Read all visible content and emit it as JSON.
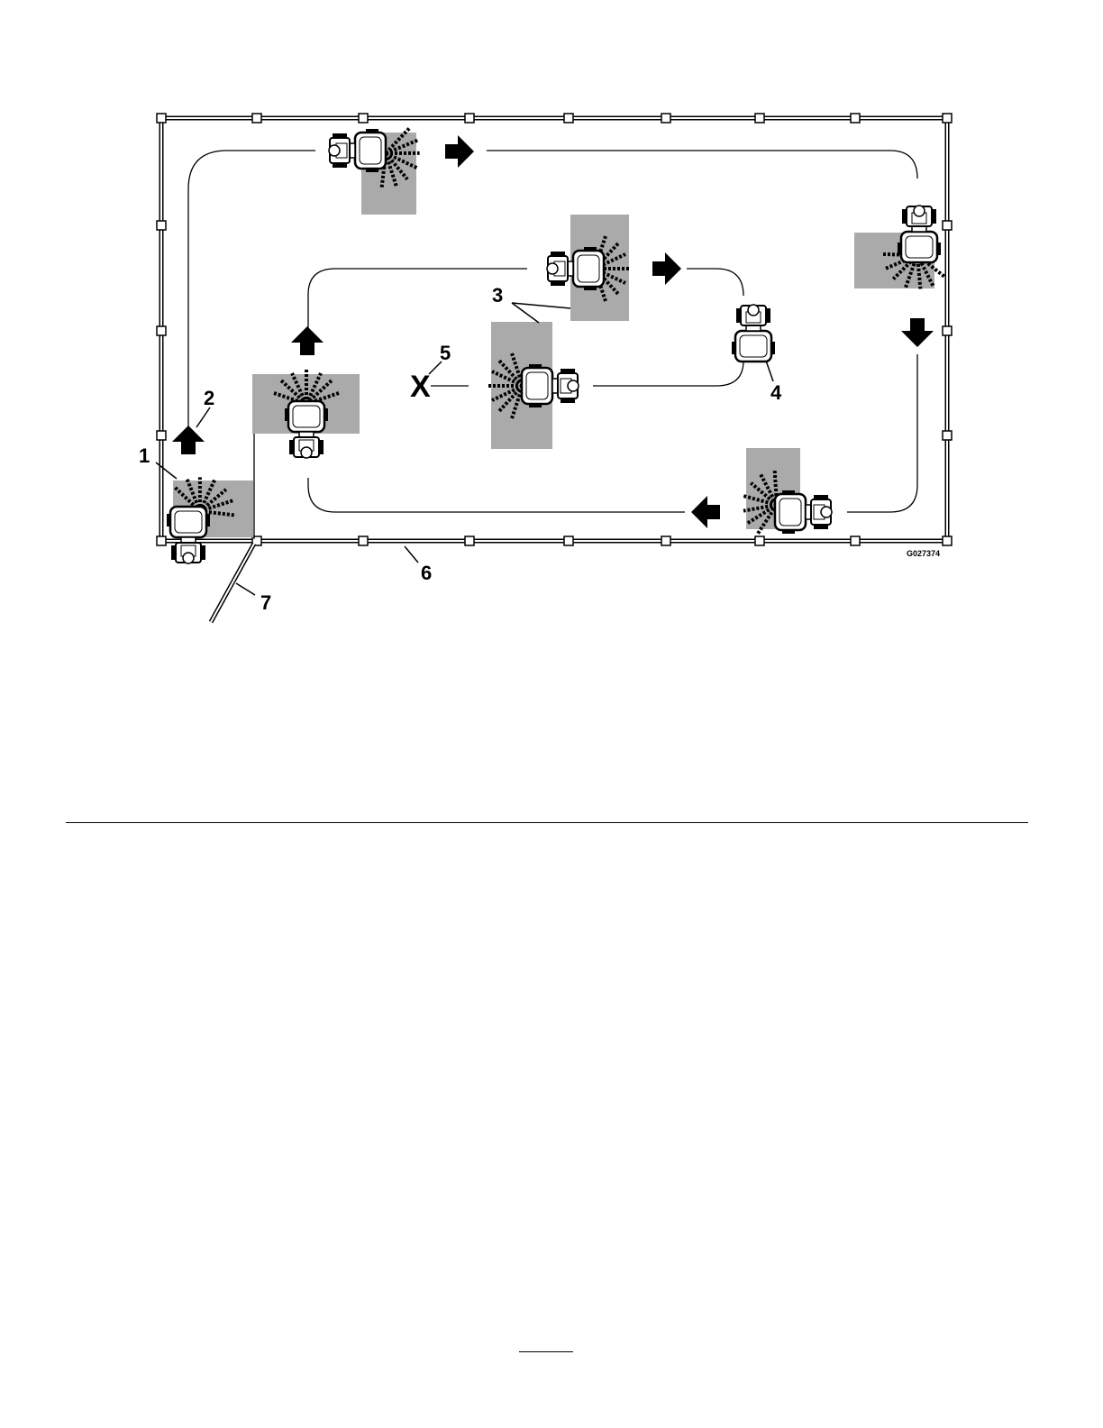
{
  "figure": {
    "code": "G027374",
    "callouts": {
      "c1": "1",
      "c2": "2",
      "c3": "3",
      "c4": "4",
      "c5": "5",
      "c6": "6",
      "c7": "7"
    },
    "start_mark": "X"
  }
}
